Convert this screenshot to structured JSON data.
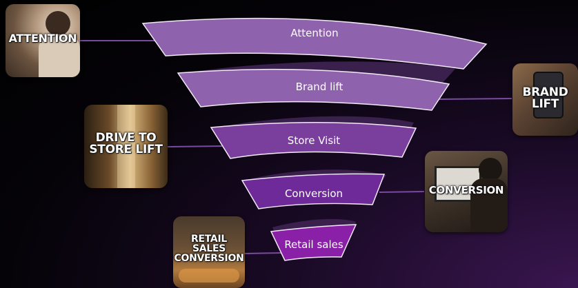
{
  "funnel": {
    "stages": [
      {
        "label": "Attention"
      },
      {
        "label": "Brand lift"
      },
      {
        "label": "Store Visit"
      },
      {
        "label": "Conversion"
      },
      {
        "label": "Retail sales"
      }
    ]
  },
  "tiles": {
    "attention": "ATTENTION",
    "brand_lift": "BRAND\nLIFT",
    "drive_to_store": "DRIVE TO\nSTORE LIFT",
    "conversion": "CONVERSION",
    "retail_sales": "RETAIL\nSALES\nCONVERSION"
  },
  "colors": {
    "stage_light": "#8e62ac",
    "stage_mid": "#7a3f9c",
    "stage_deep": "#6d2a98",
    "stage_bright": "#8a1fa8",
    "ribbon": "#3d2250",
    "connector": "#7a4aa0"
  }
}
